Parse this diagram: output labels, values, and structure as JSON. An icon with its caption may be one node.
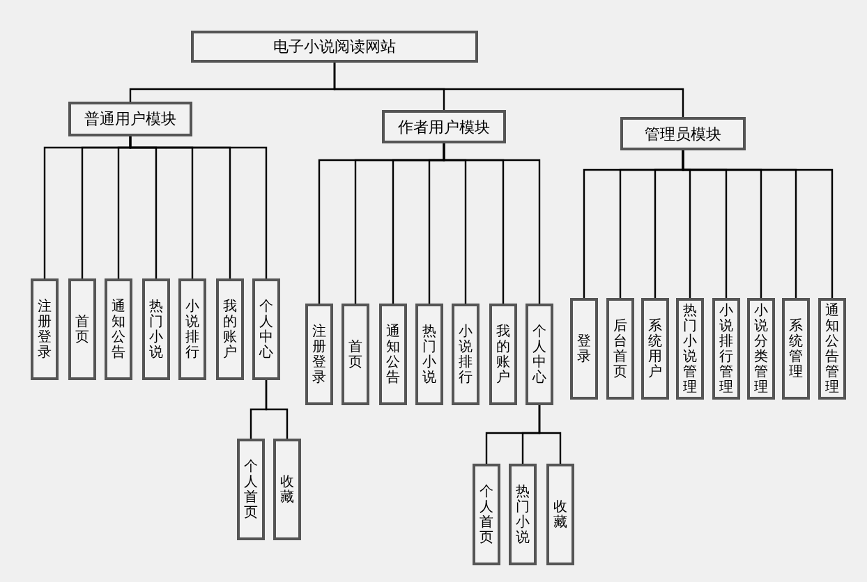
{
  "diagram": {
    "nodes": [
      {
        "text": [
          "电子小说阅读网站"
        ]
      },
      {
        "text": [
          "普通用户模块"
        ]
      },
      {
        "text": [
          "作者用户模块"
        ]
      },
      {
        "text": [
          "管理员模块"
        ]
      },
      {
        "text": [
          "注册登录"
        ]
      },
      {
        "text": [
          "首页"
        ]
      },
      {
        "text": [
          "通知公告"
        ]
      },
      {
        "text": [
          "热门小说"
        ]
      },
      {
        "text": [
          "小说排行"
        ]
      },
      {
        "text": [
          "我的账户"
        ]
      },
      {
        "text": [
          "个人中心"
        ]
      },
      {
        "text": [
          "个人首页"
        ]
      },
      {
        "text": [
          "收藏"
        ]
      },
      {
        "text": [
          "注册登录"
        ]
      },
      {
        "text": [
          "首页"
        ]
      },
      {
        "text": [
          "通知公告"
        ]
      },
      {
        "text": [
          "热门小说"
        ]
      },
      {
        "text": [
          "小说排行"
        ]
      },
      {
        "text": [
          "我的账户"
        ]
      },
      {
        "text": [
          "个人中心"
        ]
      },
      {
        "text": [
          "个人首页"
        ]
      },
      {
        "text": [
          "热门小说"
        ]
      },
      {
        "text": [
          "收藏"
        ]
      },
      {
        "text": [
          "登录"
        ]
      },
      {
        "text": [
          "后台首页"
        ]
      },
      {
        "text": [
          "系统用户"
        ]
      },
      {
        "text": [
          "热门小说管理"
        ]
      },
      {
        "text": [
          "小说排行管理"
        ]
      },
      {
        "text": [
          "小说分类管理"
        ]
      },
      {
        "text": [
          "系统管理"
        ]
      },
      {
        "text": [
          "通知公告管理"
        ]
      }
    ],
    "edges": [
      {
        "from": 0,
        "to": 1,
        "arrow": "none"
      },
      {
        "from": 0,
        "to": 2,
        "arrow": "none"
      },
      {
        "from": 0,
        "to": 3,
        "arrow": "none"
      },
      {
        "from": 1,
        "to": 4,
        "arrow": "none"
      },
      {
        "from": 1,
        "to": 5,
        "arrow": "none"
      },
      {
        "from": 1,
        "to": 6,
        "arrow": "none"
      },
      {
        "from": 1,
        "to": 7,
        "arrow": "none"
      },
      {
        "from": 1,
        "to": 8,
        "arrow": "none"
      },
      {
        "from": 1,
        "to": 9,
        "arrow": "none"
      },
      {
        "from": 1,
        "to": 10,
        "arrow": "none"
      },
      {
        "from": 10,
        "to": 11,
        "arrow": "none"
      },
      {
        "from": 10,
        "to": 12,
        "arrow": "none"
      },
      {
        "from": 2,
        "to": 13,
        "arrow": "none"
      },
      {
        "from": 2,
        "to": 14,
        "arrow": "none"
      },
      {
        "from": 2,
        "to": 15,
        "arrow": "none"
      },
      {
        "from": 2,
        "to": 16,
        "arrow": "none"
      },
      {
        "from": 2,
        "to": 17,
        "arrow": "none"
      },
      {
        "from": 2,
        "to": 18,
        "arrow": "none"
      },
      {
        "from": 2,
        "to": 19,
        "arrow": "none"
      },
      {
        "from": 19,
        "to": 20,
        "arrow": "none"
      },
      {
        "from": 19,
        "to": 21,
        "arrow": "none"
      },
      {
        "from": 19,
        "to": 22,
        "arrow": "none"
      },
      {
        "from": 3,
        "to": 23,
        "arrow": "none"
      },
      {
        "from": 3,
        "to": 24,
        "arrow": "none"
      },
      {
        "from": 3,
        "to": 25,
        "arrow": "none"
      },
      {
        "from": 3,
        "to": 26,
        "arrow": "none"
      },
      {
        "from": 3,
        "to": 27,
        "arrow": "none"
      },
      {
        "from": 3,
        "to": 28,
        "arrow": "none"
      },
      {
        "from": 3,
        "to": 29,
        "arrow": "none"
      },
      {
        "from": 3,
        "to": 30,
        "arrow": "none"
      }
    ]
  }
}
